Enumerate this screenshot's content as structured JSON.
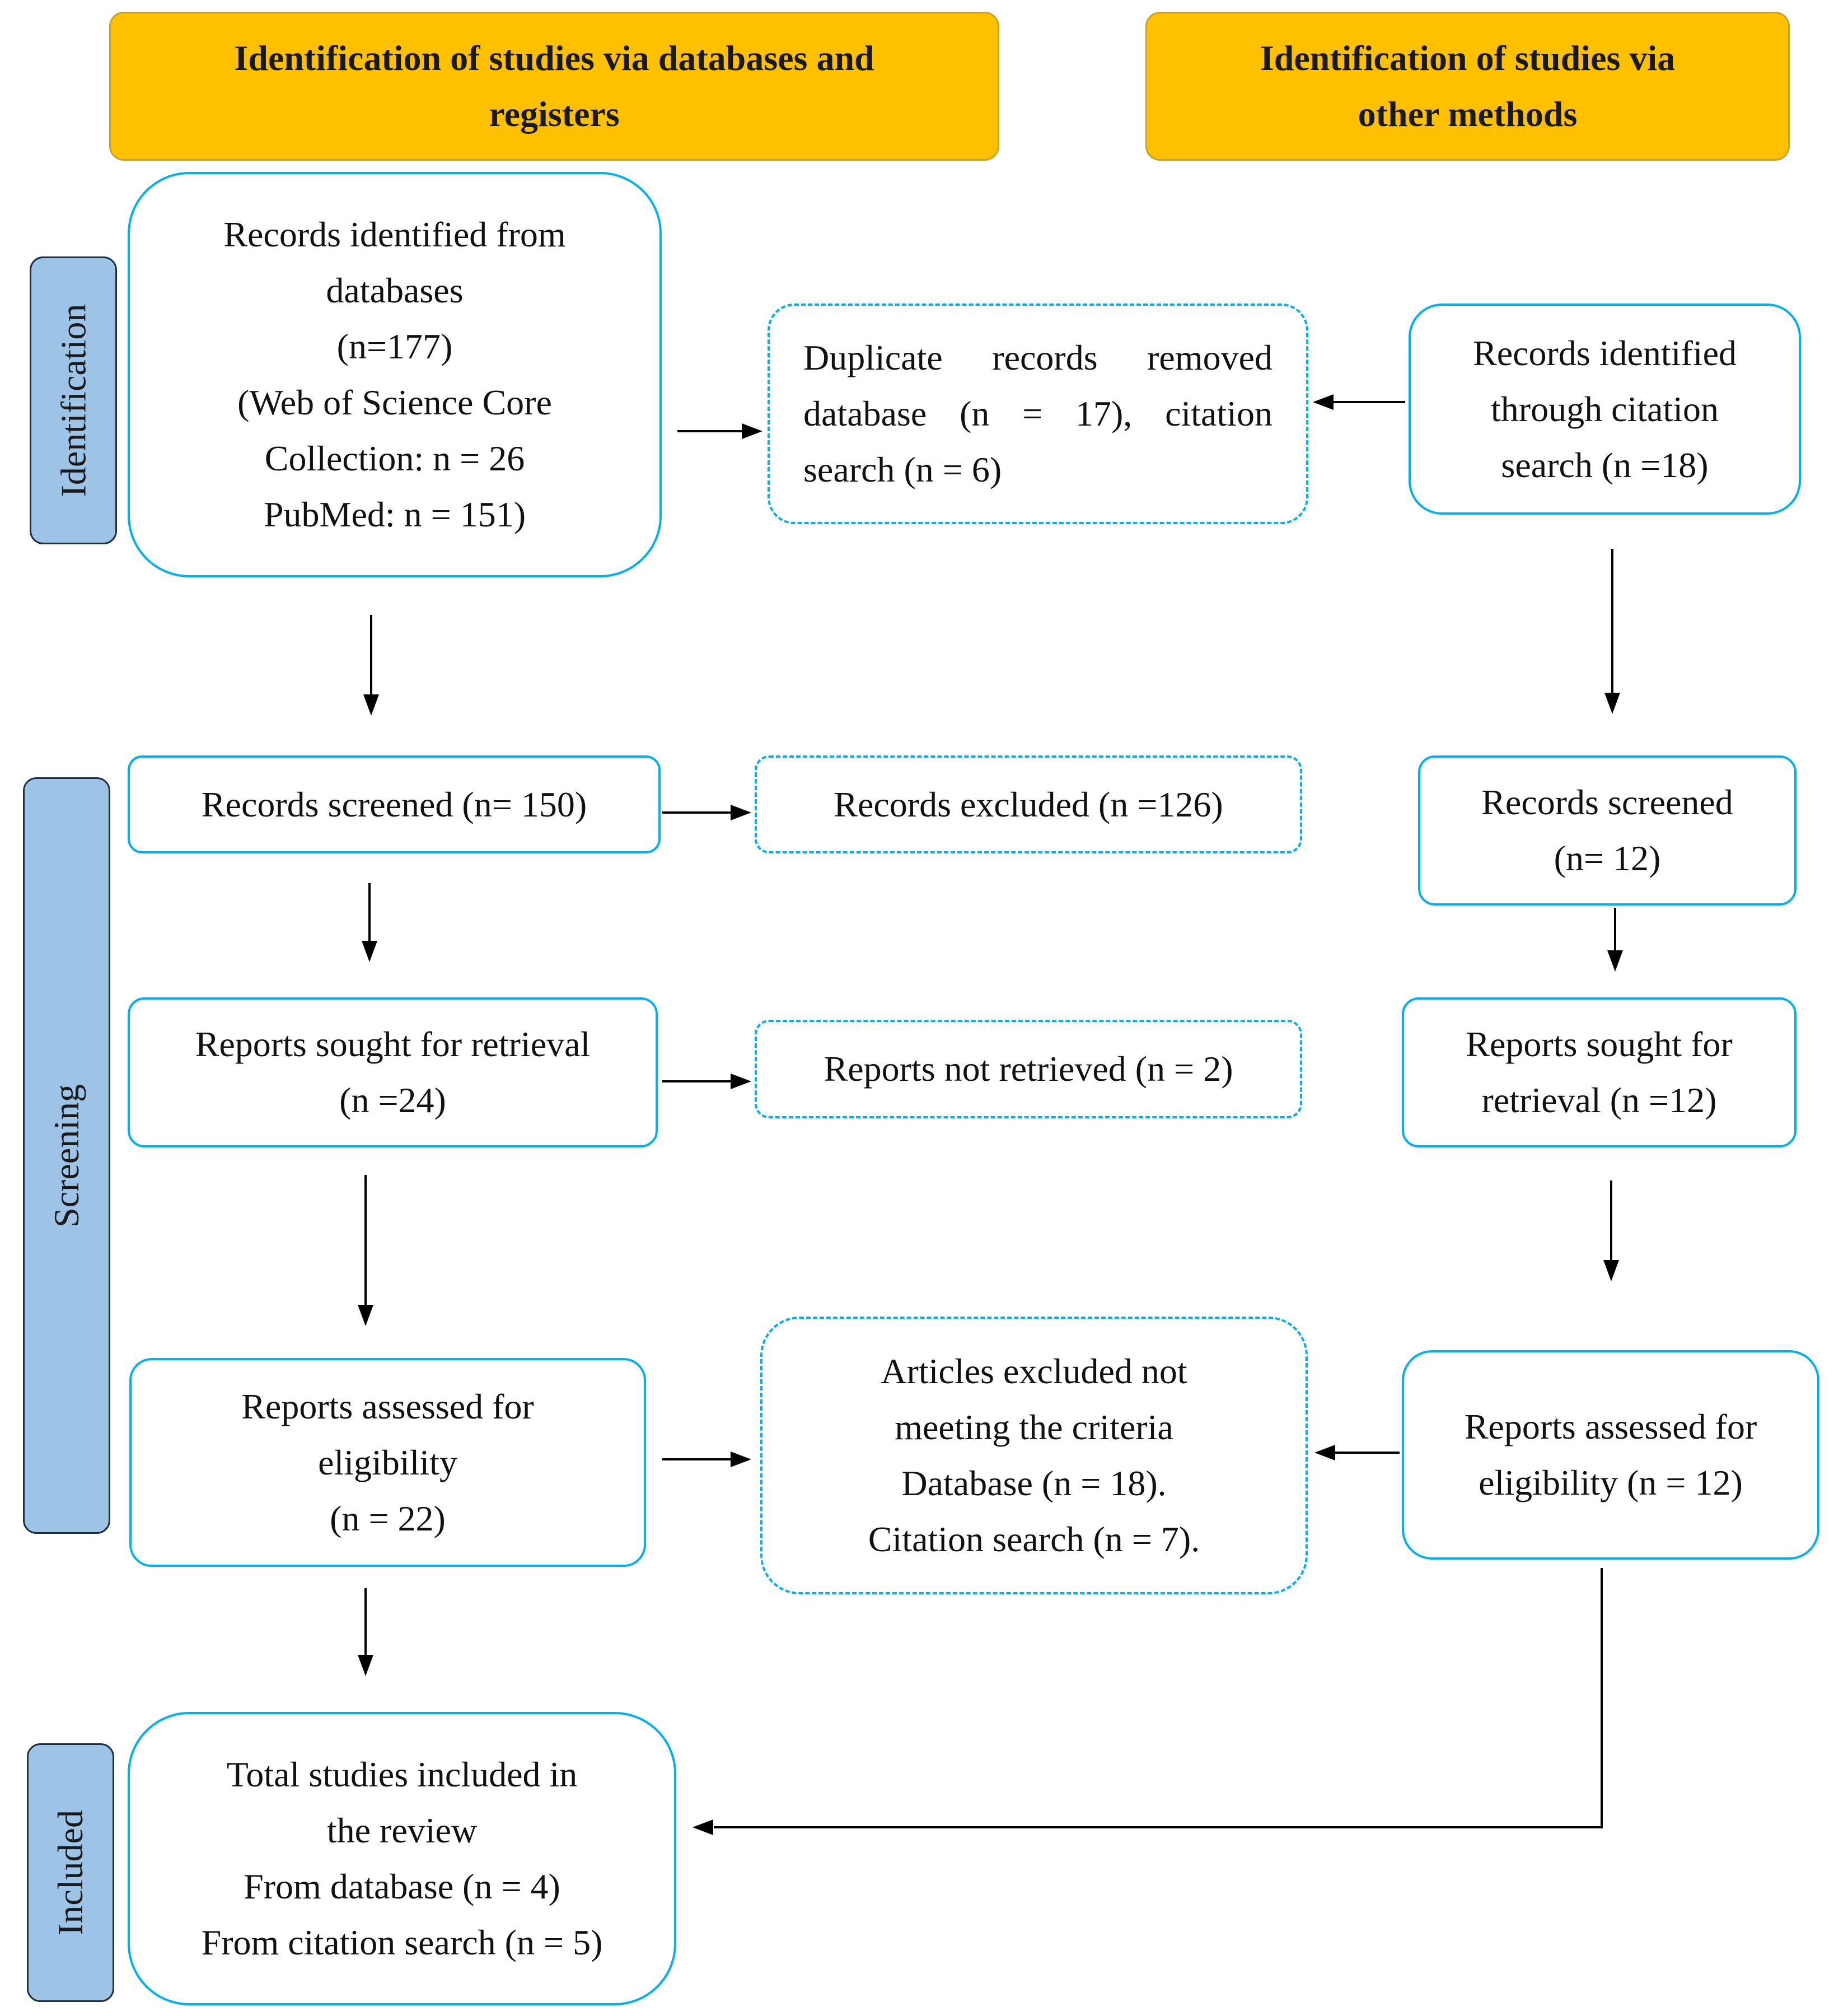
{
  "headers": {
    "databases": "Identification of studies via databases and\nregisters",
    "other": "Identification of studies via\nother methods"
  },
  "stages": {
    "identification": "Identification",
    "screening": "Screening",
    "included": "Included"
  },
  "boxes": {
    "records_identified_db": "Records identified from\ndatabases\n(n=177)\n(Web of Science Core\nCollection: n = 26\nPubMed: n = 151)",
    "duplicates_removed": "Duplicate records removed database (n = 17), citation search (n = 6)",
    "records_identified_citation": "Records identified\nthrough citation\nsearch (n =18)",
    "records_screened_db": "Records screened (n= 150)",
    "records_excluded": "Records excluded (n =126)",
    "records_screened_other": "Records screened\n(n= 12)",
    "reports_sought_db": "Reports sought for retrieval\n(n =24)",
    "reports_not_retrieved": "Reports not retrieved (n = 2)",
    "reports_sought_other": "Reports sought for\nretrieval (n =12)",
    "reports_assessed_db": "Reports assessed for\neligibility\n(n = 22)",
    "articles_excluded": "Articles excluded not\nmeeting the criteria\nDatabase (n = 18).\nCitation search (n = 7).",
    "reports_assessed_other": "Reports assessed for\neligibility (n = 12)",
    "total_included": "Total studies included in\nthe review\nFrom database (n = 4)\nFrom citation search (n = 5)"
  },
  "colors": {
    "header_fill": "#FFC000",
    "box_border": "#00B0F0",
    "stage_fill": "#9DC3E6"
  }
}
